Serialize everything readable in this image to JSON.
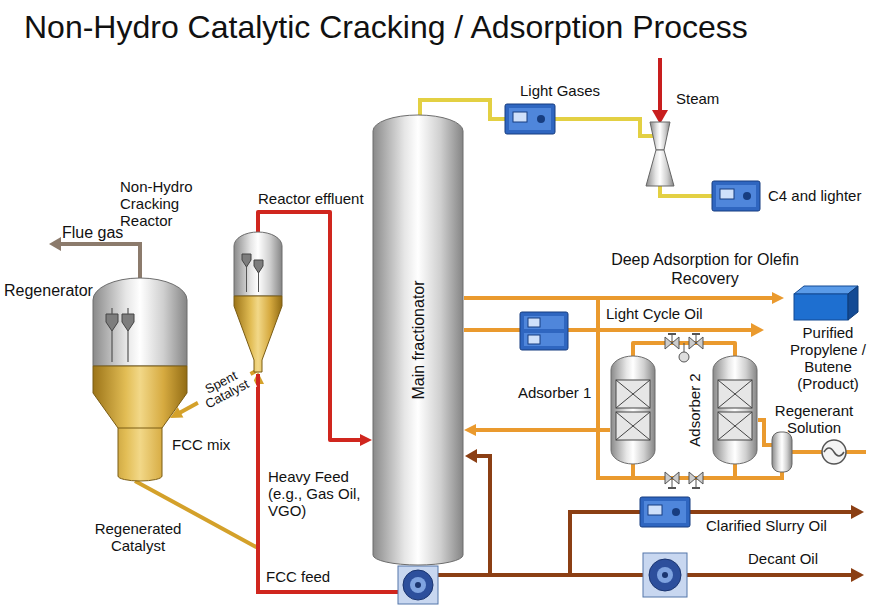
{
  "diagram": {
    "title": "Non-Hydro Catalytic Cracking / Adsorption Process",
    "nodes": [
      {
        "text": [
          "Regenerator"
        ]
      },
      {
        "text": [
          "Non-Hydro Cracking Reactor"
        ]
      },
      {
        "text": [
          "Main fractionator"
        ]
      },
      {
        "text": [
          "Purified Propylene / Butene (Product)"
        ]
      },
      {
        "text": [
          "Adsorber 1"
        ]
      },
      {
        "text": [
          "Adsorber 2"
        ]
      }
    ],
    "edges": [
      {
        "from": 1,
        "to": 2,
        "label": "Reactor effluent",
        "arrow": "to"
      },
      {
        "from": 1,
        "to": 0,
        "label": "Spent Catalyst",
        "arrow": "to"
      },
      {
        "from": 0,
        "to": 1,
        "label": "Regenerated Catalyst",
        "arrow": "to"
      },
      {
        "from": 2,
        "to": 3,
        "arrow": "to"
      },
      {
        "from": 4,
        "to": 2,
        "arrow": "to"
      },
      {
        "from": 4,
        "to": 5,
        "arrow": "none"
      }
    ],
    "labels": [
      "Flue gas",
      "FCC mix",
      "Heavy Feed (e.g., Gas Oil, VGO)",
      "FCC feed",
      "Light Gases",
      "Steam",
      "C4 and lighter",
      "Deep Adsorption for Olefin Recovery",
      "Light Cycle Oil",
      "Regenerant Solution",
      "Clarified Slurry Oil",
      "Decant Oil"
    ]
  }
}
